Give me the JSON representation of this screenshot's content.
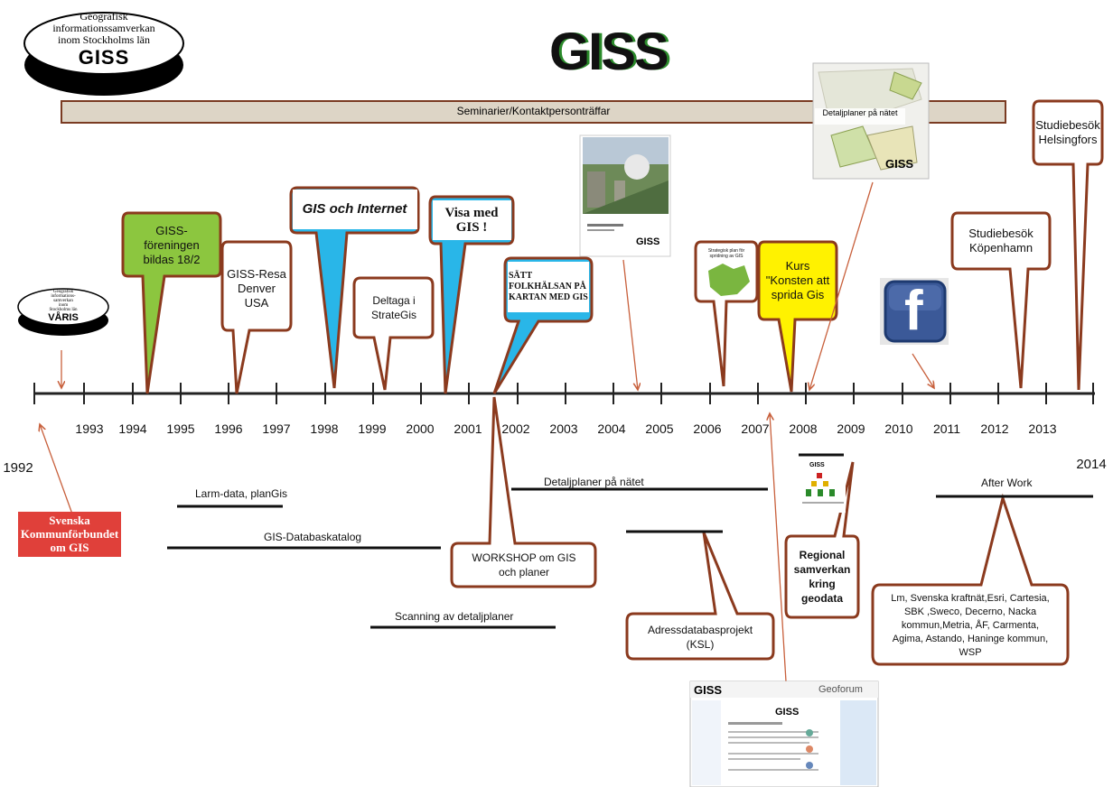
{
  "header": {
    "logo_left_line1": "Geografisk",
    "logo_left_line2": "informationssamverkan",
    "logo_left_line3": "inom Stockholms län",
    "logo_left_mark": "GISS",
    "logo_center": "GISS",
    "seminar_bar": "Seminarier/Kontaktpersonträffar"
  },
  "timeline": {
    "start_year": "1992",
    "end_year": "2014",
    "years": [
      "1993",
      "1994",
      "1995",
      "1996",
      "1997",
      "1998",
      "1999",
      "2000",
      "2001",
      "2002",
      "2003",
      "2004",
      "2005",
      "2006",
      "2007",
      "2008",
      "2009",
      "2010",
      "2011",
      "2012",
      "2013"
    ]
  },
  "varis_logo": {
    "line1": "Geografisk",
    "line2": "informations-",
    "line3": "samverkan",
    "line4": "inom",
    "line5": "Stockholms län",
    "mark": "VÅRIS"
  },
  "callouts_above": {
    "giss_foreningen": "GISS-föreningen bildas 18/2",
    "giss_resa": "GISS-Resa Denver USA",
    "gis_internet": "GIS och Internet",
    "deltaga": "Deltaga i StrateGis",
    "visa_med_gis": "Visa med GIS !",
    "folkhalsan": "SÄTT FOLKHÄLSAN PÅ KARTAN MED GIS",
    "strategisk_plan": "Strategisk plan för spridning av GIS",
    "kurs": "Kurs \"Konsten att sprida Gis",
    "studiebesok_kopenhamn": "Studiebesök Köpenhamn",
    "studiebesok_helsingfors": "Studiebesök Helsingfors"
  },
  "images": {
    "detaljplaner_title": "Detaljplaner på nätet",
    "detaljplaner_mark": "GISS",
    "report_mark": "GISS",
    "facebook_letter": "f",
    "svenska_line1": "Svenska",
    "svenska_line2": "Kommunförbundet",
    "svenska_line3": "om GIS",
    "geoforum_mark": "GISS",
    "geoforum_title": "Geoforum",
    "small_giss": "GISS"
  },
  "bars": {
    "larm": "Larm-data, planGis",
    "databaskatalog": "GIS-Databaskatalog",
    "scanning": "Scanning av detaljplaner",
    "detaljplaner": "Detaljplaner på nätet",
    "after_work": "After Work"
  },
  "callouts_below": {
    "workshop": "WORKSHOP om GIS och planer",
    "adress": "Adressdatabasprojekt (KSL)",
    "regional": "Regional samverkan kring geodata",
    "partners": "Lm, Svenska kraftnät,Esri, Cartesia, SBK ,Sweco, Decerno, Nacka kommun,Metria, ÅF, Carmenta, Agima, Astando, Haninge kommun, WSP"
  },
  "colors": {
    "callout_border": "#8b3a1e",
    "green": "#8cc63f",
    "cyan": "#29b6e8",
    "yellow": "#fff200",
    "seminar_fill": "#ddd5c6",
    "arrow": "#c8603c"
  },
  "icons": [
    "facebook-icon"
  ]
}
